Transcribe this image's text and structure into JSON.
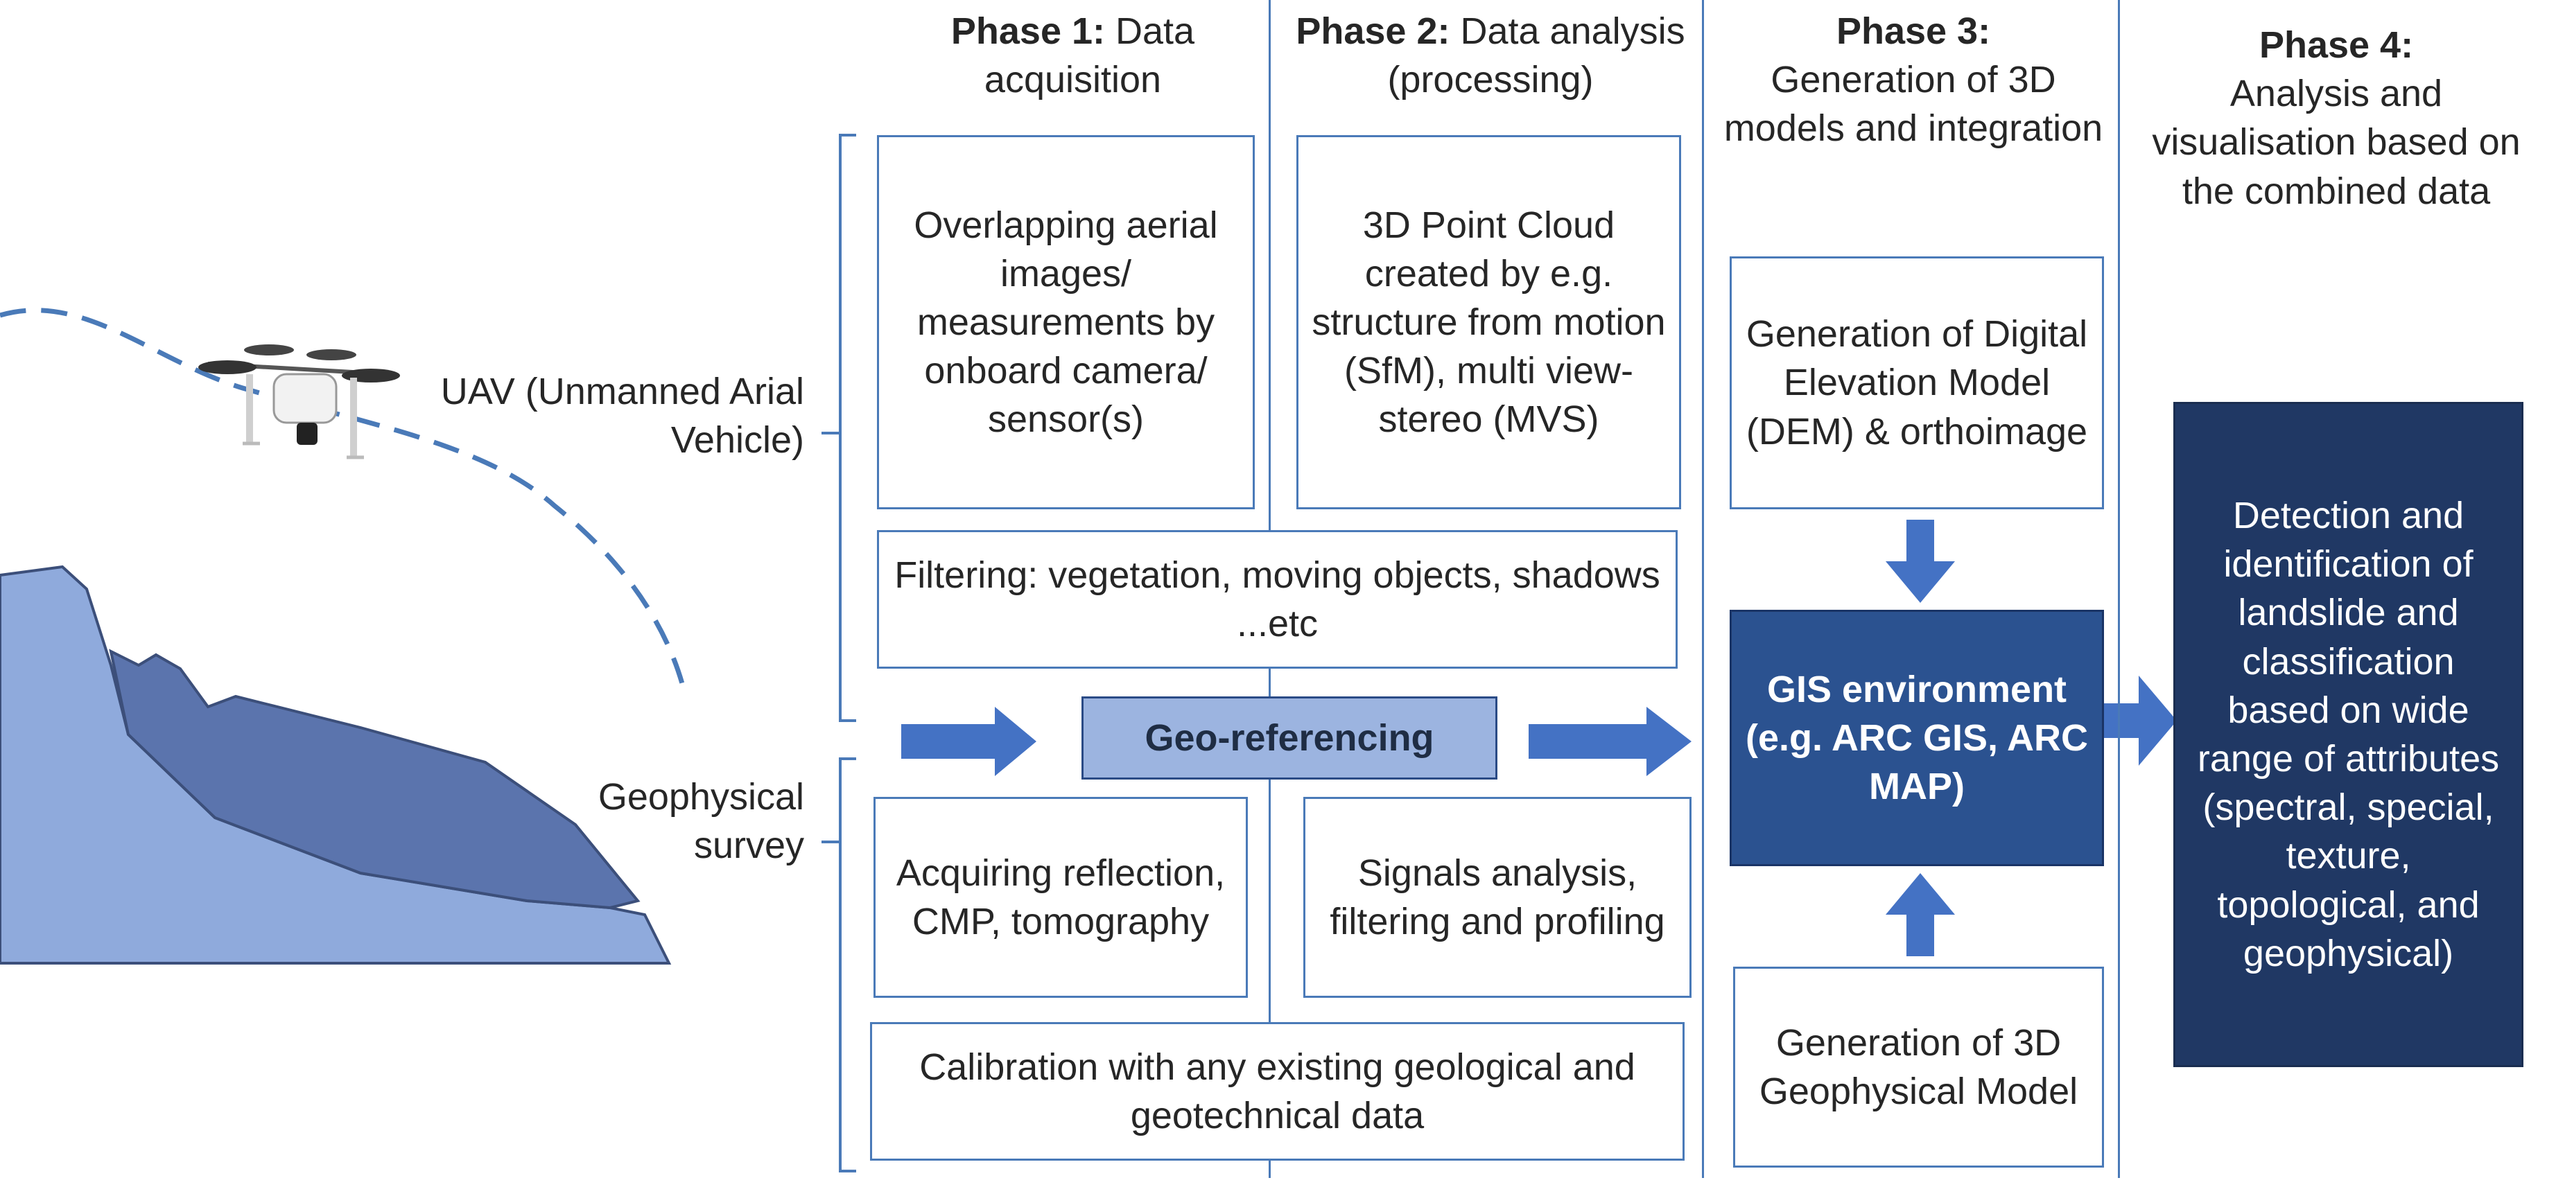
{
  "phases": [
    {
      "bold": "Phase 1:",
      "rest": " Data acquisition"
    },
    {
      "bold": "Phase 2:",
      "rest": " Data analysis (processing)"
    },
    {
      "bold": "Phase 3:",
      "rest": "Generation of 3D models and integration"
    },
    {
      "bold": "Phase 4:",
      "rest": "Analysis and visualisation based on the combined data"
    }
  ],
  "side_labels": {
    "uav": "UAV (Unmanned Arial Vehicle)",
    "geophysical": "Geophysical survey"
  },
  "boxes": {
    "overlapping": "Overlapping aerial images/ measurements by onboard camera/ sensor(s)",
    "point_cloud": "3D Point Cloud created by e.g. structure from motion (SfM), multi view-stereo (MVS)",
    "filtering": "Filtering: vegetation, moving objects, shadows ...etc",
    "geo_referencing": "Geo-referencing",
    "acquiring": "Acquiring reflection, CMP, tomography",
    "signals": "Signals analysis, filtering and profiling",
    "calibration": "Calibration with any existing geological and geotechnical data",
    "dem": "Generation of Digital Elevation Model (DEM) & orthoimage",
    "gis": "GIS environment (e.g. ARC GIS, ARC MAP)",
    "geophysical_model": "Generation of 3D Geophysical Model",
    "detection": "Detection and identification of landslide and classification based on wide range of attributes (spectral, special, texture, topological, and geophysical)"
  },
  "colors": {
    "border": "#4a7ab8",
    "arrow": "#4472c4",
    "geo_ref_fill": "#9cb4e0",
    "gis_fill": "#2b5290",
    "detection_fill": "#203864",
    "terrain_light": "#8faadc",
    "terrain_dark": "#5b74ad"
  },
  "icons": [
    "drone-icon",
    "flight-path",
    "terrain-illustration"
  ]
}
